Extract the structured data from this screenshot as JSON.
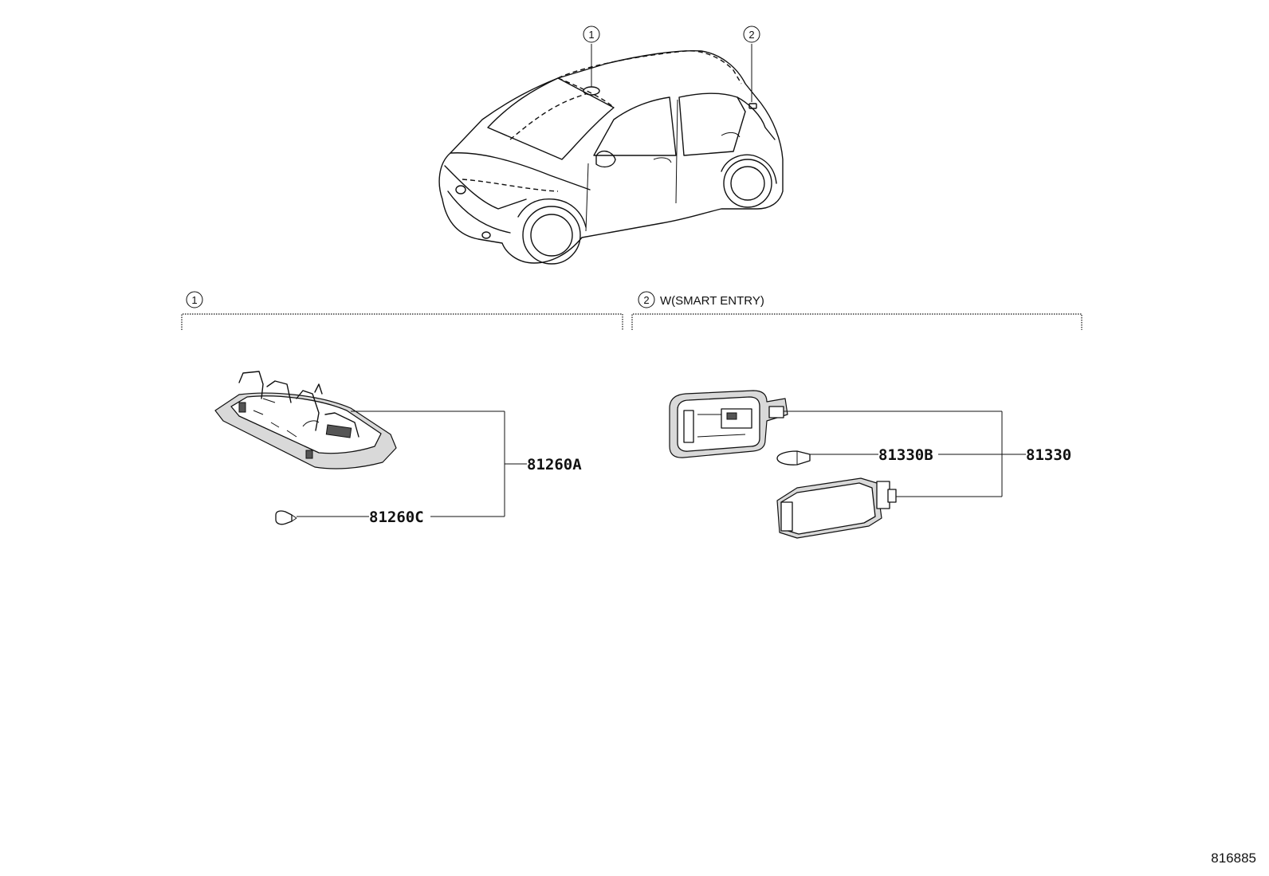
{
  "vehicle": {
    "callouts": [
      "1",
      "2"
    ]
  },
  "sections": [
    {
      "number": "1",
      "note": ""
    },
    {
      "number": "2",
      "note": "W(SMART ENTRY)"
    }
  ],
  "parts": {
    "assembly_left": "81260A",
    "bulb_left": "81260C",
    "bulb_right": "81330B",
    "assembly_right": "81330"
  },
  "reference_code": "816885"
}
